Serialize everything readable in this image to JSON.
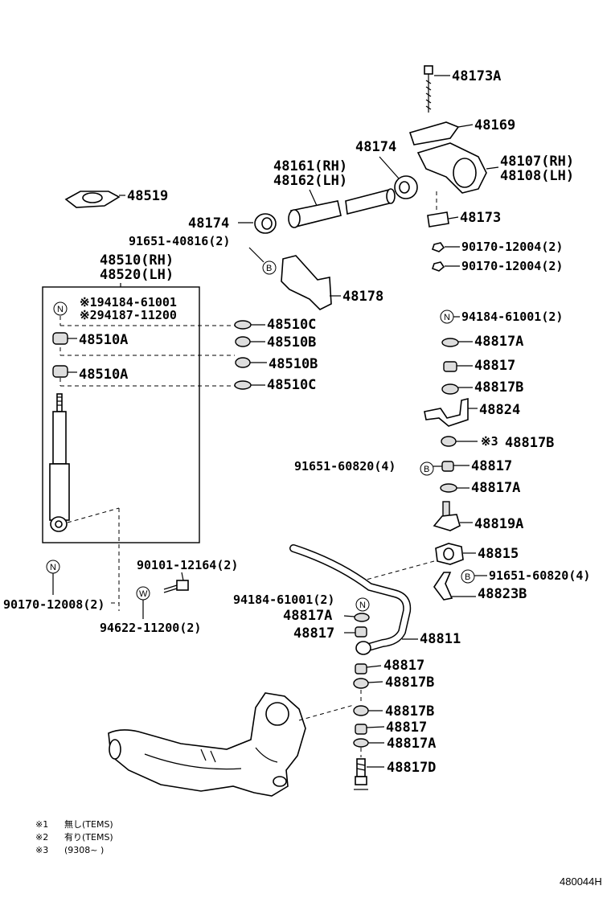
{
  "labels": {
    "p48173A": "48173A",
    "p48169": "48169",
    "p48174_top": "48174",
    "p48107": "48107(RH)",
    "p48108": "48108(LH)",
    "p48161": "48161(RH)",
    "p48162": "48162(LH)",
    "p48519": "48519",
    "p48174_left": "48174",
    "p48173": "48173",
    "p91651_40816": "91651-40816(2)",
    "p90170_12004_a": "90170-12004(2)",
    "p90170_12004_b": "90170-12004(2)",
    "p48510": "48510(RH)",
    "p48520": "48520(LH)",
    "p48178": "48178",
    "p94184_61001_box": "94184-61001",
    "p94187_11200": "94187-11200",
    "p48510C_a": "48510C",
    "p48510A_a": "48510A",
    "p48510B_a": "48510B",
    "p48510B_b": "48510B",
    "p48510A_b": "48510A",
    "p48510C_b": "48510C",
    "p94184_61001_r": "94184-61001(2)",
    "p48817A_r1": "48817A",
    "p48817_r1": "48817",
    "p48817B_r1": "48817B",
    "p48824": "48824",
    "p48817B_r2": "48817B",
    "p91651_60820_a": "91651-60820(4)",
    "p48817_r2": "48817",
    "p48817A_r2": "48817A",
    "p48819A": "48819A",
    "p48815": "48815",
    "p91651_60820_b": "91651-60820(4)",
    "p48823B": "48823B",
    "p90101_12164": "90101-12164(2)",
    "p90170_12008": "90170-12008(2)",
    "p94622_11200": "94622-11200(2)",
    "p94184_61001_c": "94184-61001(2)",
    "p48817A_c": "48817A",
    "p48817_c": "48817",
    "p48811": "48811",
    "p48817_c2": "48817",
    "p48817B_c1": "48817B",
    "p48817B_c2": "48817B",
    "p48817_c3": "48817",
    "p48817A_c2": "48817A",
    "p48817D": "48817D"
  },
  "markers": {
    "star1": "※1",
    "star2": "※2",
    "star3": "※3",
    "N": "N",
    "B": "B",
    "W": "W"
  },
  "notes": [
    {
      "mark": "※1",
      "text": "無し(TEMS)"
    },
    {
      "mark": "※2",
      "text": "有り(TEMS)"
    },
    {
      "mark": "※3",
      "text": "(9308~    )"
    }
  ],
  "diagram_code": "480044H"
}
